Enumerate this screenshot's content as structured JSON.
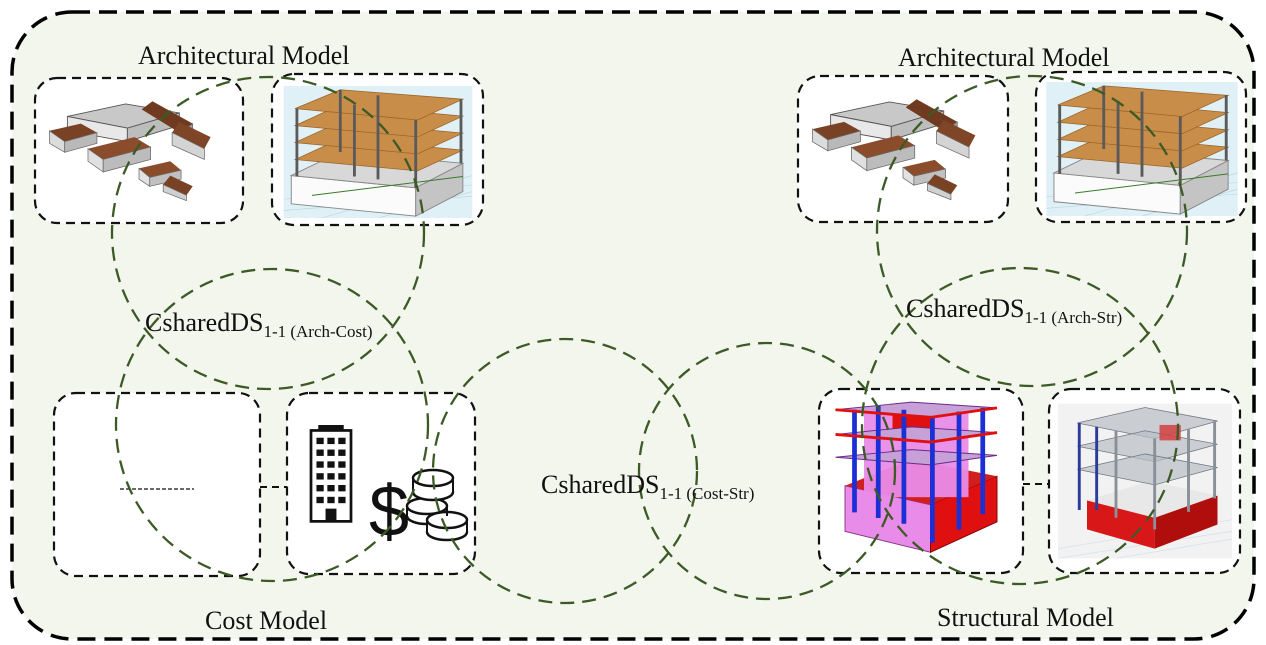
{
  "labels": {
    "arch_left": "Architectural Model",
    "arch_right": "Architectural Model",
    "cost": "Cost Model",
    "structural": "Structural Model"
  },
  "shared": {
    "arch_cost": {
      "main": "CsharedDS",
      "idx": "1-1",
      "sub": "(Arch-Cost)"
    },
    "arch_str": {
      "main": "CsharedDS",
      "idx": "1-1",
      "sub": "(Arch-Str)"
    },
    "cost_str": {
      "main": "CsharedDS",
      "idx": "1-1",
      "sub": "(Cost-Str)"
    }
  },
  "icons": {
    "campus": "campus-building-model-icon",
    "frame": "building-frame-model-icon",
    "skyscraper": "skyscraper-icon",
    "coins": "dollar-coins-icon",
    "structure": "structural-frame-model-icon",
    "structure_gray": "structural-gray-model-icon"
  },
  "colors": {
    "outer_bg": "#f3f6ec",
    "outer_border": "#000000",
    "venn_circle": "#3c5a26",
    "wood": "#c98d4a",
    "roof": "#8a4a2a",
    "steel_blue": "#1c2fd4",
    "pink": "#e98be8",
    "red": "#e01010"
  }
}
